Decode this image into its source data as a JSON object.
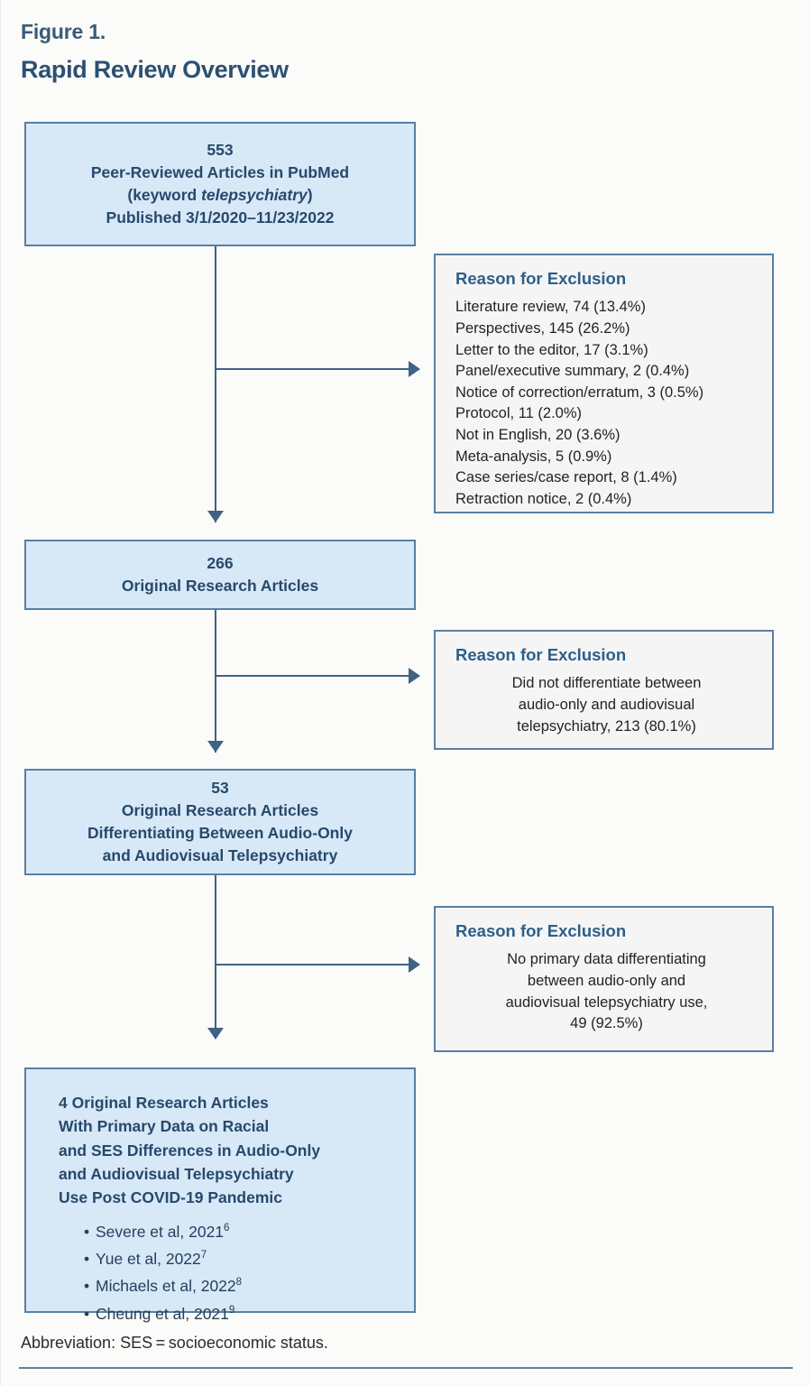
{
  "header": {
    "figure_label": "Figure 1.",
    "title": "Rapid Review Overview"
  },
  "colors": {
    "box_fill_blue": "#d7e8f7",
    "box_fill_gray": "#f5f5f6",
    "border": "#5a7fa3",
    "connector": "#3f6285",
    "title_text": "#2d5072",
    "box_text": "#27496b",
    "page_background": "#fbfcf9"
  },
  "flow": {
    "box1": {
      "name": "records-identified-box",
      "count": "553",
      "line2": "Peer-Reviewed Articles in PubMed",
      "line3_prefix": "(keyword ",
      "line3_italic": "telepsychiatry",
      "line3_suffix": ")",
      "line4": "Published 3/1/2020–11/23/2022"
    },
    "box2": {
      "name": "original-research-box",
      "count": "266",
      "line2": "Original Research Articles"
    },
    "box3": {
      "name": "differentiating-articles-box",
      "count": "53",
      "line2": "Original Research Articles",
      "line3": "Differentiating Between Audio-Only",
      "line4": "and Audiovisual Telepsychiatry"
    },
    "box4": {
      "name": "final-included-box",
      "heading_lines": [
        "4 Original Research Articles",
        "With Primary Data on Racial",
        "and SES Differences in Audio-Only",
        "and Audiovisual Telepsychiatry",
        "Use Post COVID-19 Pandemic"
      ],
      "citations": [
        {
          "text": "Severe et al, 2021",
          "ref": "6"
        },
        {
          "text": "Yue et al, 2022",
          "ref": "7"
        },
        {
          "text": "Michaels et al, 2022",
          "ref": "8"
        },
        {
          "text": "Cheung et al, 2021",
          "ref": "9"
        }
      ]
    }
  },
  "exclusions": {
    "ex1": {
      "name": "exclusion-reasons-stage1",
      "title": "Reason for Exclusion",
      "items": [
        "Literature review, 74 (13.4%)",
        "Perspectives, 145 (26.2%)",
        "Letter to the editor, 17 (3.1%)",
        "Panel/executive summary, 2 (0.4%)",
        "Notice of correction/erratum, 3 (0.5%)",
        "Protocol, 11 (2.0%)",
        "Not in English, 20 (3.6%)",
        "Meta-analysis, 5 (0.9%)",
        "Case series/case report, 8 (1.4%)",
        "Retraction notice, 2 (0.4%)"
      ]
    },
    "ex2": {
      "name": "exclusion-reasons-stage2",
      "title": "Reason for Exclusion",
      "lines": [
        "Did not differentiate between",
        "audio-only and audiovisual",
        "telepsychiatry, 213 (80.1%)"
      ]
    },
    "ex3": {
      "name": "exclusion-reasons-stage3",
      "title": "Reason for Exclusion",
      "lines": [
        "No primary data differentiating",
        "between audio-only and",
        "audiovisual telepsychiatry use,",
        "49 (92.5%)"
      ]
    }
  },
  "footer": {
    "abbreviation": "Abbreviation: SES = socioeconomic status."
  },
  "chart_data": {
    "type": "flowchart",
    "title": "Rapid Review Overview",
    "stages": [
      {
        "label": "Peer-Reviewed Articles in PubMed",
        "n": 553
      },
      {
        "label": "Original Research Articles",
        "n": 266
      },
      {
        "label": "Original Research Articles Differentiating Between Audio-Only and Audiovisual Telepsychiatry",
        "n": 53
      },
      {
        "label": "Original Research Articles With Primary Data on Racial and SES Differences in Audio-Only and Audiovisual Telepsychiatry Use Post COVID-19 Pandemic",
        "n": 4
      }
    ],
    "exclusion_steps": [
      {
        "after_stage": 1,
        "reasons": [
          {
            "reason": "Literature review",
            "n": 74,
            "pct": 13.4
          },
          {
            "reason": "Perspectives",
            "n": 145,
            "pct": 26.2
          },
          {
            "reason": "Letter to the editor",
            "n": 17,
            "pct": 3.1
          },
          {
            "reason": "Panel/executive summary",
            "n": 2,
            "pct": 0.4
          },
          {
            "reason": "Notice of correction/erratum",
            "n": 3,
            "pct": 0.5
          },
          {
            "reason": "Protocol",
            "n": 11,
            "pct": 2.0
          },
          {
            "reason": "Not in English",
            "n": 20,
            "pct": 3.6
          },
          {
            "reason": "Meta-analysis",
            "n": 5,
            "pct": 0.9
          },
          {
            "reason": "Case series/case report",
            "n": 8,
            "pct": 1.4
          },
          {
            "reason": "Retraction notice",
            "n": 2,
            "pct": 0.4
          }
        ]
      },
      {
        "after_stage": 2,
        "reasons": [
          {
            "reason": "Did not differentiate between audio-only and audiovisual telepsychiatry",
            "n": 213,
            "pct": 80.1
          }
        ]
      },
      {
        "after_stage": 3,
        "reasons": [
          {
            "reason": "No primary data differentiating between audio-only and audiovisual telepsychiatry use",
            "n": 49,
            "pct": 92.5
          }
        ]
      }
    ]
  }
}
